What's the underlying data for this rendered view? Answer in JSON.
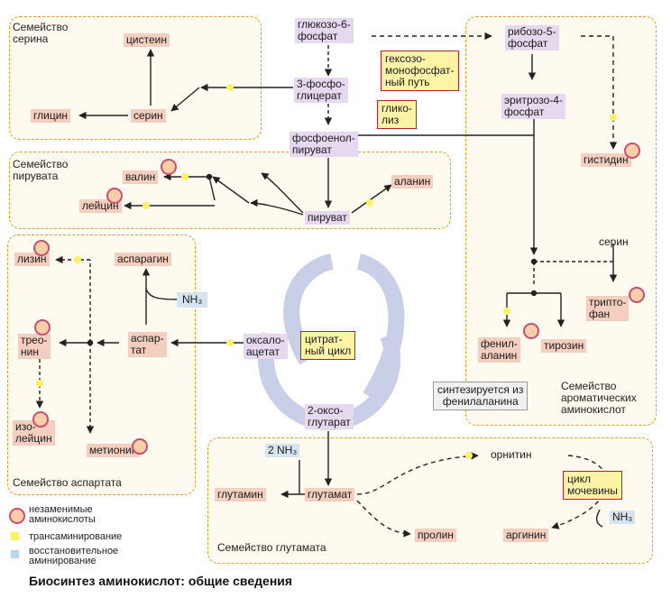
{
  "families": {
    "serine": "Семейство серина",
    "pyruvate": "Семейство\nпирувата",
    "aspartate": "Семейство аспартата",
    "glutamate": "Семейство глутамата",
    "aromatic": "Семейство\nароматических\nаминокислот"
  },
  "metabolites": {
    "g6p": "глюкозо-6-\nфосфат",
    "pga": "3-фосфо-\nглицерат",
    "pep": "фосфоенол-\nпируват",
    "pyruvate": "пируват",
    "oaa": "оксало-\nацетат",
    "akg": "2-оксо-\nглутарат",
    "r5p": "рибозо-5-\nфосфат",
    "e4p": "эритрозо-4-\nфосфат"
  },
  "amino_acids": {
    "cys": "цистеин",
    "ser": "серин",
    "gly": "глицин",
    "val": "валин",
    "leu": "лейцин",
    "ala": "аланин",
    "lys": "лизин",
    "asn": "аспарагин",
    "thr": "трео-\nнин",
    "asp": "аспар-\nтат",
    "ile": "изо-\nлейцин",
    "met": "метионин",
    "his": "гистидин",
    "trp": "трипто-\nфан",
    "phe": "фенил-\nаланин",
    "tyr": "тирозин",
    "gln": "глутамин",
    "glu": "глутамат",
    "pro": "пролин",
    "arg": "аргинин",
    "orn": "орнитин"
  },
  "pathways": {
    "hmp": "гексозо-\nмонофосфат-\nный путь",
    "glycolysis": "глико-\nлиз",
    "tca": "цитрат-\nный цикл",
    "urea": "цикл\nмочевины"
  },
  "labels": {
    "nh3_asp": "NH₃",
    "nh3_glu": "2 NH₃",
    "nh3_urea": "NH₃",
    "serine_trp": "серин",
    "tyr_note": "синтезируется из\nфенилаланина"
  },
  "legend": {
    "essential": "незаменимые\nаминокислоты",
    "transamination": "трансаминирование",
    "reductive": "восстановительное\nаминирование"
  },
  "caption": "Биосинтез аминокислот: общие сведения",
  "colors": {
    "amino_box": "#f4cfc0",
    "metabolite_box": "#e6d8ef",
    "family_border": "#e0a020",
    "pathway_border": "#b5232a",
    "essential_ring": "#c8506e",
    "transamination": "#fff066",
    "reductive": "#bcd3ec"
  }
}
